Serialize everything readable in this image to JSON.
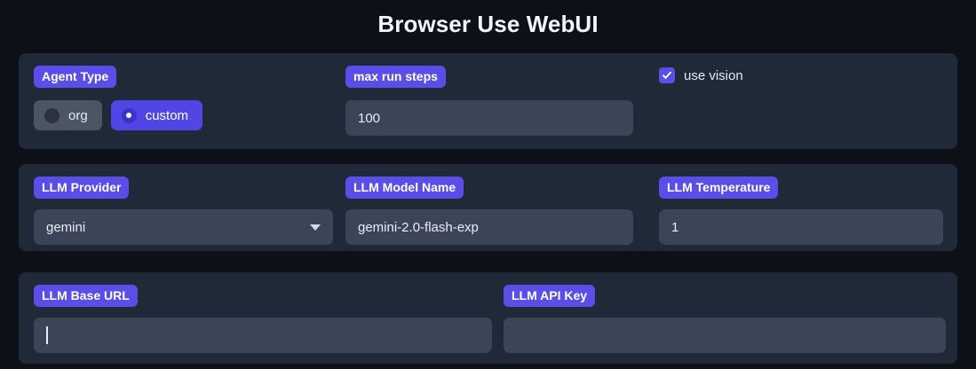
{
  "header": {
    "title": "Browser Use WebUI"
  },
  "colors": {
    "page_bg": "#0d1117",
    "panel_bg": "#1f2937",
    "accent_pill": "#5b4ee8",
    "accent_selected": "#4f46e5",
    "input_bg": "#3c4558",
    "radio_off_bg": "#4b5563",
    "text": "#e6e9ef"
  },
  "panels": [
    {
      "name": "agent-settings",
      "fields": {
        "agent_type": {
          "label": "Agent Type",
          "options": [
            {
              "label": "org",
              "selected": false
            },
            {
              "label": "custom",
              "selected": true
            }
          ]
        },
        "max_run_steps": {
          "label": "max run steps",
          "value": "100",
          "placeholder": ""
        },
        "use_vision": {
          "label": "use vision",
          "checked": true,
          "icon": "check-icon"
        }
      }
    },
    {
      "name": "llm-settings",
      "fields": {
        "llm_provider": {
          "label": "LLM Provider",
          "value": "gemini",
          "icon": "chevron-down-icon"
        },
        "llm_model_name": {
          "label": "LLM Model Name",
          "value": "gemini-2.0-flash-exp",
          "placeholder": ""
        },
        "llm_temperature": {
          "label": "LLM Temperature",
          "value": "1",
          "placeholder": ""
        }
      }
    },
    {
      "name": "llm-connection",
      "fields": {
        "llm_base_url": {
          "label": "LLM Base URL",
          "value": "",
          "placeholder": "",
          "focused": true
        },
        "llm_api_key": {
          "label": "LLM API Key",
          "value": "",
          "placeholder": "",
          "focused": false
        }
      }
    }
  ]
}
